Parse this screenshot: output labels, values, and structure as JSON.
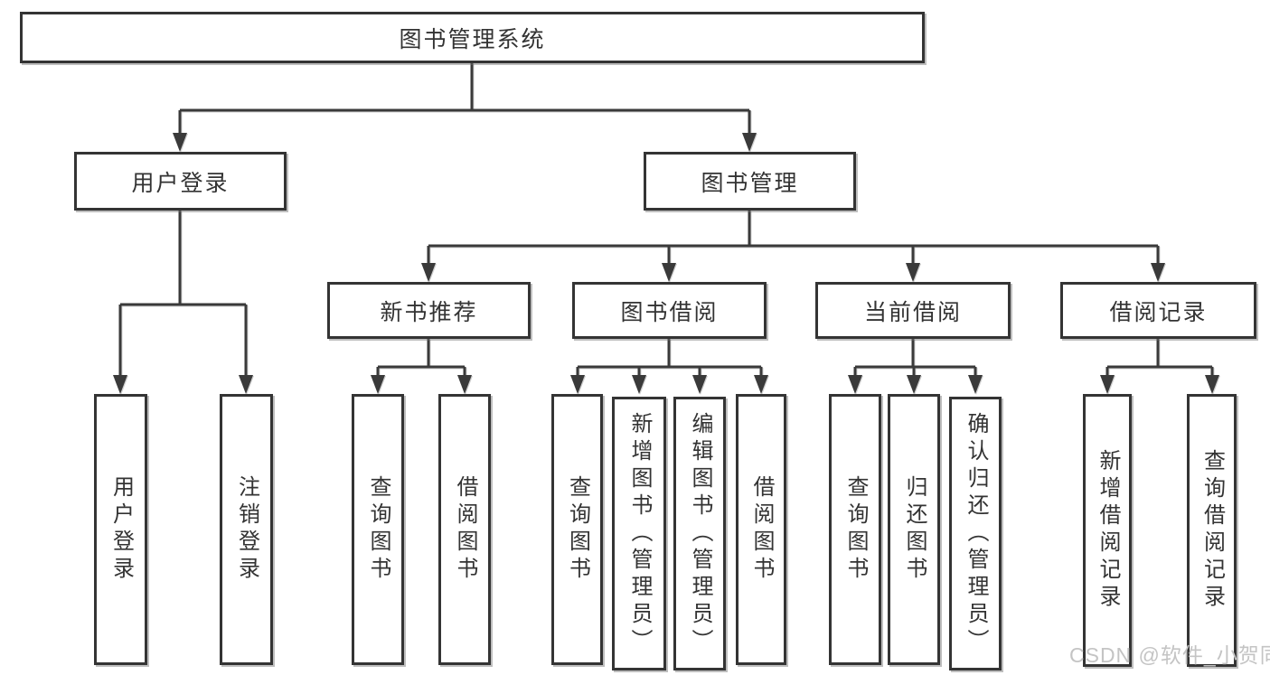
{
  "colors": {
    "line": "#3a3a3a",
    "border": "#343434",
    "box_bg": "#ffffff",
    "text": "#333333",
    "watermark": "#c4c4c4"
  },
  "watermark": "CSDN @软件_小贺同学",
  "tree": {
    "root": "图书管理系统",
    "children": [
      {
        "label": "用户登录",
        "children": [
          {
            "label": "用户登录"
          },
          {
            "label": "注销登录"
          }
        ]
      },
      {
        "label": "图书管理",
        "children": [
          {
            "label": "新书推荐",
            "children": [
              {
                "label": "查询图书"
              },
              {
                "label": "借阅图书"
              }
            ]
          },
          {
            "label": "图书借阅",
            "children": [
              {
                "label": "查询图书"
              },
              {
                "label": "新增图书（管理员）"
              },
              {
                "label": "编辑图书（管理员）"
              },
              {
                "label": "借阅图书"
              }
            ]
          },
          {
            "label": "当前借阅",
            "children": [
              {
                "label": "查询图书"
              },
              {
                "label": "归还图书"
              },
              {
                "label": "确认归还（管理员）"
              }
            ]
          },
          {
            "label": "借阅记录",
            "children": [
              {
                "label": "新增借阅记录"
              },
              {
                "label": "查询借阅记录"
              }
            ]
          }
        ]
      }
    ]
  }
}
